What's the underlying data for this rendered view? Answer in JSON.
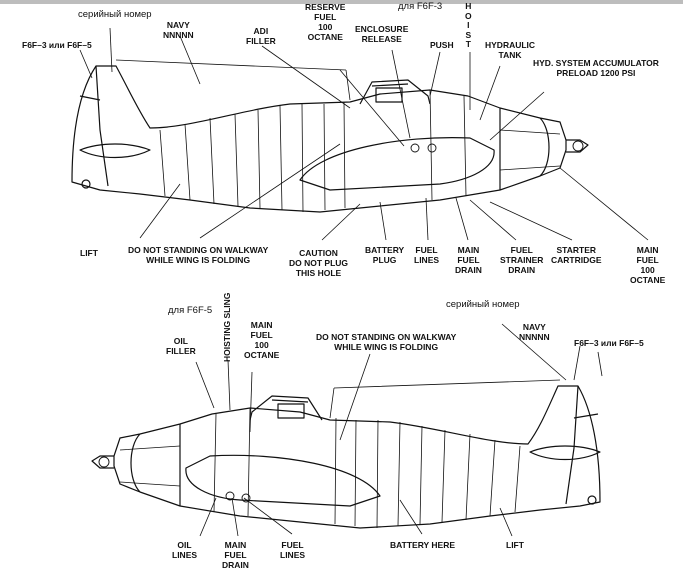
{
  "diagram": {
    "top_view": {
      "labels": {
        "serial_number_ru": "серийный номер",
        "navy_serial": "NAVY\nNNNNN",
        "variants": "F6F–3 или F6F–5",
        "adi_filler": "ADI\nFILLER",
        "reserve_fuel": "RESERVE\nFUEL\n100\nOCTANE",
        "enclosure_release": "ENCLOSURE\nRELEASE",
        "push": "PUSH",
        "for_f6f3": "для F6F-3",
        "hoist": "H\nO\nI\nS\nT",
        "hydraulic_tank": "HYDRAULIC\nTANK",
        "accumulator": "HYD. SYSTEM ACCUMULATOR\nPRELOAD 1200 PSI",
        "lift": "LIFT",
        "walkway": "DO NOT STANDING ON WALKWAY\nWHILE WING IS FOLDING",
        "caution_plug": "CAUTION\nDO NOT PLUG\nTHIS HOLE",
        "battery_plug": "BATTERY\nPLUG",
        "fuel_lines": "FUEL\nLINES",
        "main_fuel_drain": "MAIN\nFUEL\nDRAIN",
        "fuel_strainer_drain": "FUEL\nSTRAINER\nDRAIN",
        "starter_cartridge": "STARTER\nCARTRIDGE",
        "main_fuel_octane": "MAIN\nFUEL\n100\nOCTANE"
      }
    },
    "bottom_view": {
      "labels": {
        "for_f6f5": "для F6F-5",
        "oil_filler": "OIL\nFILLER",
        "hoisting_sling": "HOISTING SLING",
        "main_fuel_octane": "MAIN\nFUEL\n100\nOCTANE",
        "walkway": "DO NOT STANDING ON WALKWAY\nWHILE WING IS FOLDING",
        "serial_number_ru": "серийный номер",
        "navy_serial": "NAVY\nNNNNN",
        "variants": "F6F–3 или F6F–5",
        "oil_lines": "OIL\nLINES",
        "main_fuel_drain": "MAIN\nFUEL\nDRAIN",
        "fuel_lines": "FUEL\nLINES",
        "battery_here": "BATTERY HERE",
        "lift": "LIFT"
      }
    }
  }
}
